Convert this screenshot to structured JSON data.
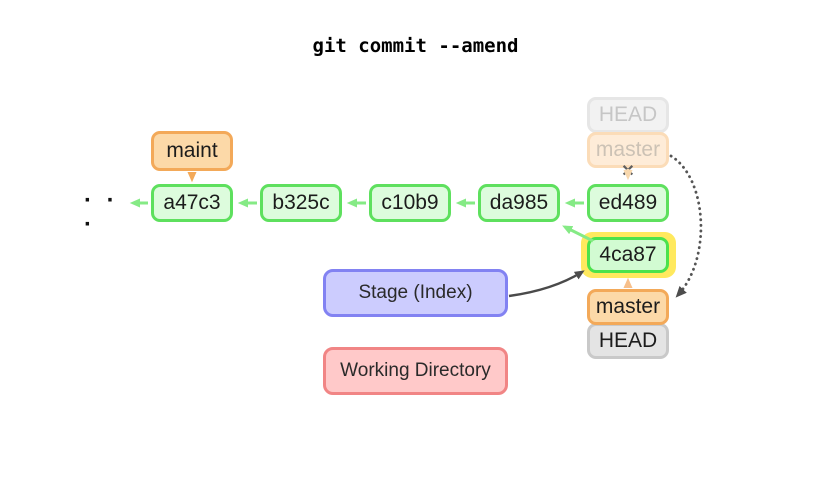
{
  "title": "git commit --amend",
  "graph": {
    "ellipsis": "· · ·",
    "commits": [
      {
        "id": "a47c3"
      },
      {
        "id": "b325c"
      },
      {
        "id": "c10b9"
      },
      {
        "id": "da985"
      },
      {
        "id": "ed489"
      }
    ],
    "amended_commit": {
      "id": "4ca87",
      "highlighted": true
    },
    "maint_label": "maint",
    "old_head_label": "HEAD",
    "old_master_label": "master",
    "new_master_label": "master",
    "new_head_label": "HEAD",
    "cross_mark": "✕"
  },
  "areas": {
    "stage_label": "Stage (Index)",
    "working_directory_label": "Working Directory"
  },
  "colors": {
    "commit_fill": "#ddfcdd",
    "commit_border": "#5ee05e",
    "new_commit_fill": "#d2fbd2",
    "new_commit_border": "#4ce24c",
    "highlight_yellow": "#ffe95e",
    "branch_fill": "#fcd9a8",
    "branch_border": "#f3a959",
    "faded_branch_fill": "#feecd8",
    "faded_branch_border": "#fbdcb8",
    "head_fill": "#e4e4e4",
    "head_border": "#c9c9c9",
    "faded_head_fill": "#f2f2f2",
    "faded_head_border": "#e6e6e6",
    "stage_fill": "#ccccfe",
    "stage_border": "#8282f2",
    "workdir_fill": "#ffc9c9",
    "workdir_border": "#f18585",
    "green_arrow": "#85ea85",
    "dark_arrow": "#4d4d4d"
  }
}
